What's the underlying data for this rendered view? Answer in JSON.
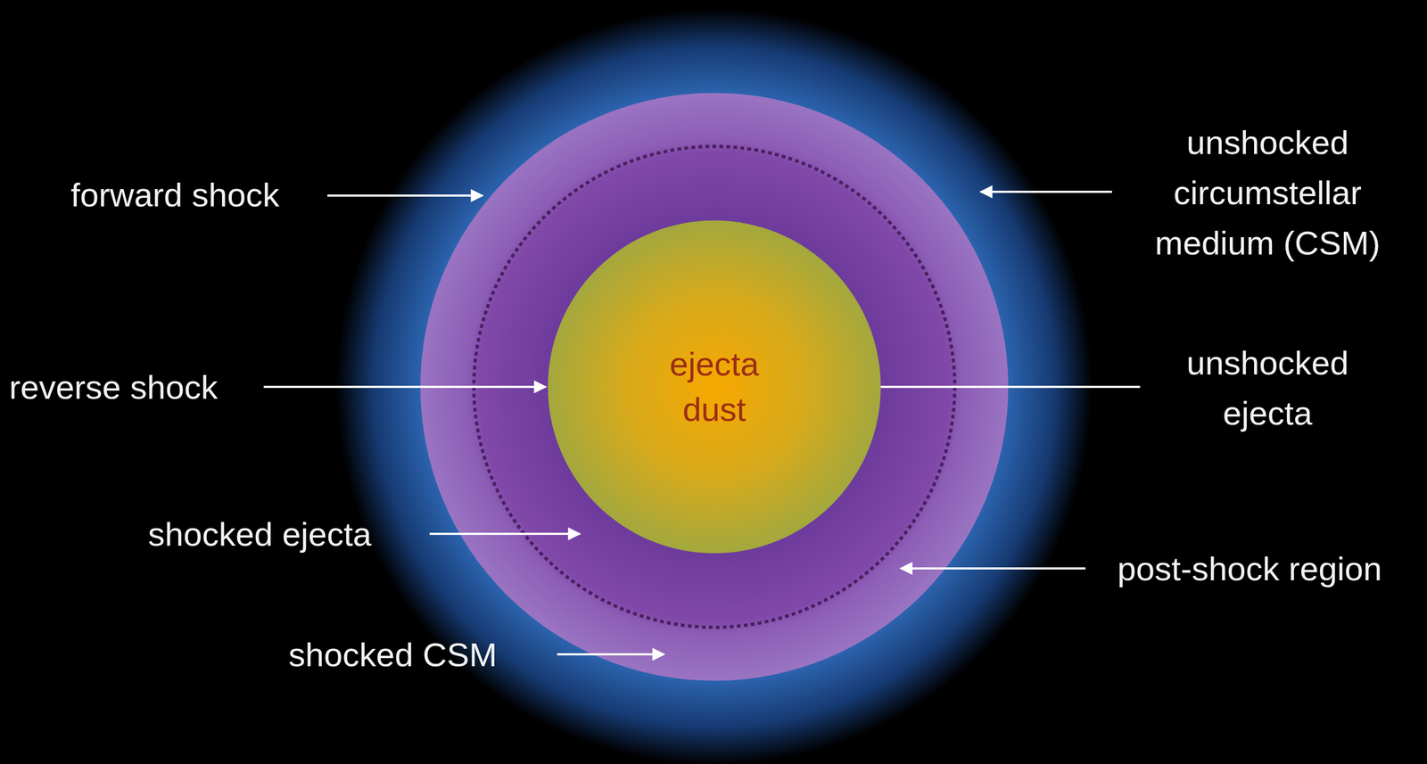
{
  "diagram": {
    "nodes": [
      {
        "text": [
          "ejecta dust"
        ]
      }
    ],
    "labels": [
      "forward shock",
      "unshocked circumstellar medium (CSM)",
      "reverse shock",
      "unshocked ejecta",
      "shocked ejecta",
      "post-shock region",
      "shocked CSM"
    ]
  }
}
